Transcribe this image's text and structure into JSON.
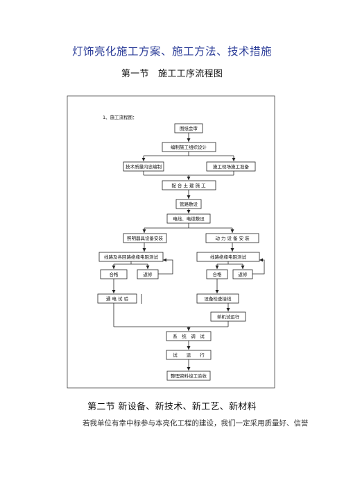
{
  "doc_title": "灯饰亮化施工方案、施工方法、技术措施",
  "section1_title": "第一节　施工工序流程图",
  "flowchart": {
    "header": "1、施工流程图：",
    "nodes": {
      "drawing_review": "图纸会审",
      "org_design": "编制施工组织设计",
      "tech_disclosure": "技术质量内忠编制",
      "site_prep": "施工现场施工准备",
      "civil_coop": "配 合 土 建 施 工",
      "conduit": "管路敷设",
      "cable": "电线、电缆敷设",
      "lighting_install": "照明器具设备安装",
      "power_install": "动 力 设 备 安 装",
      "left_insulation": "线路及各回路绝缘电阻测试",
      "right_insulation": "线路绝缘电阻测试",
      "left_pass": "合格",
      "left_fail": "返修",
      "right_pass": "合格",
      "right_fail": "返修",
      "power_test": "通 电 试 验",
      "device_check": "设备检查接线",
      "single_run": "单机试运行",
      "system_debug": "系　统　调　试",
      "trial_run": "试　　运　　行",
      "acceptance": "整理资料竣工验收"
    }
  },
  "section2_title": "第二节  新设备、新技术、新工艺、新材料",
  "body_text": "若我单位有幸中标参与本亮化工程的建设，我们一定采用质量好、信誉"
}
